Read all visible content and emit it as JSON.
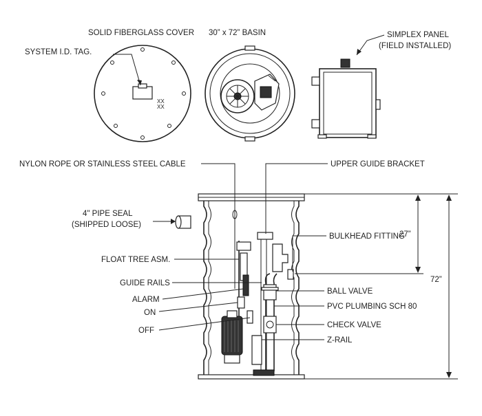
{
  "labels": {
    "cover": "SOLID FIBERGLASS COVER",
    "basin": "30” x 72” BASIN",
    "id_tag": "SYSTEM I.D. TAG.",
    "panel_line1": "SIMPLEX PANEL",
    "panel_line2": "(FIELD INSTALLED)",
    "rope": "NYLON ROPE OR STAINLESS STEEL CABLE",
    "upper_bracket": "UPPER GUIDE BRACKET",
    "pipe_seal_line1": "4\" PIPE SEAL",
    "pipe_seal_line2": "(SHIPPED LOOSE)",
    "bulkhead": "BULKHEAD FITTING",
    "float_tree": "FLOAT TREE ASM.",
    "guide_rails": "GUIDE RAILS",
    "alarm": "ALARM",
    "on": "ON",
    "off": "OFF",
    "ball_valve": "BALL VALVE",
    "pvc": "PVC PLUMBING SCH 80",
    "check_valve": "CHECK VALVE",
    "z_rail": "Z-RAIL",
    "dim_27": "27”",
    "dim_72": "72”"
  },
  "icons": [
    "cover-view",
    "basin-top-view",
    "control-panel-view",
    "basin-section-view",
    "pump-icon",
    "pipe-seal-icon"
  ]
}
